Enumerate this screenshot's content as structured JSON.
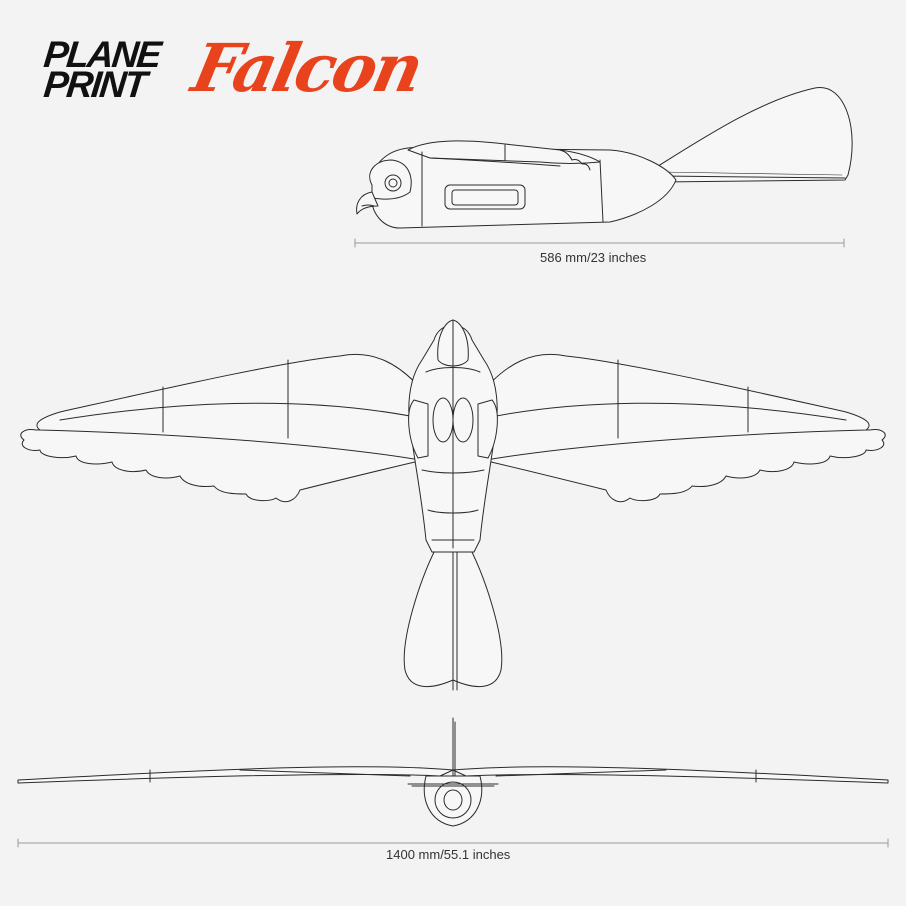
{
  "logo": {
    "line1": "PLANE",
    "line2": "PRINT",
    "name": "Falcon",
    "accent_color": "#e8431c",
    "dark_color": "#111111"
  },
  "dimensions": {
    "length_label": "586 mm/23 inches",
    "wingspan_label": "1400 mm/55.1 inches"
  },
  "colors": {
    "background": "#f3f3f3",
    "fill": "#f7f7f7",
    "line": "#2b2b2b"
  }
}
